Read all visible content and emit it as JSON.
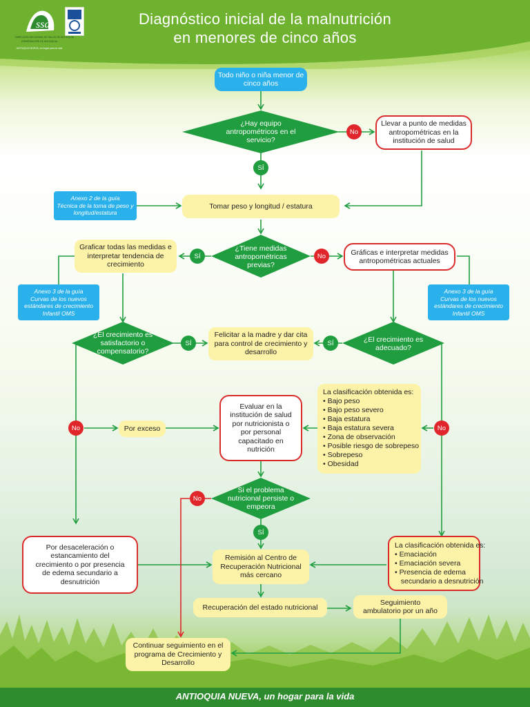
{
  "title": {
    "line1": "Diagnóstico inicial de la malnutrición",
    "line2": "en menores de cinco años"
  },
  "logo": {
    "org_line1": "DIRECCIÓN SECCIONAL DE SALUD DE ANTIOQUIA",
    "org_line2": "GOBERNACIÓN DE ANTIOQUIA",
    "slogan": "ANTIOQUIA NUEVA, un hogar para la vida"
  },
  "nodes": {
    "start": "Todo niño o niña menor de cinco años",
    "q_equipo": "¿Hay equipo antropométricos en el servicio?",
    "llevar": "Llevar a punto de medidas antropométricas en la institución de salud",
    "tomar": "Tomar peso y longitud / estatura",
    "q_previas": "¿Tiene medidas antropométricas previas?",
    "graficar_todas": "Graficar todas las medidas e interpretar tendencia de crecimiento",
    "graficas_actuales": "Gráficas e interpretar medidas antropométricas actuales",
    "q_satisfactorio": "¿El crecimiento es satisfactorio o compensatorio?",
    "felicitar": "Felicitar a la madre y dar cita para control de crecimiento y desarrollo",
    "q_adecuado": "¿El crecimiento es adecuado?",
    "por_exceso": "Por exceso",
    "evaluar": "Evaluar en la institución de salud por nutricionista o por personal capacitado en nutrición",
    "q_persiste": "Si el problema nutricional persiste o empeora",
    "desaceleracion": "Por desaceleración o estancamiento del crecimiento  o por presencia de edema secundario a desnutrición",
    "remision": "Remisión al Centro de Recuperación Nutricional más cercano",
    "recuperacion": "Recuperación del estado nutricional",
    "seguimiento": "Seguimiento ambulatorio por un año",
    "continuar": "Continuar seguimiento en el programa de Crecimiento y Desarrollo"
  },
  "clasificacion_1": {
    "heading": "La clasificación obtenida es:",
    "items": [
      "• Bajo peso",
      "• Bajo peso severo",
      "• Baja estatura",
      "• Baja estatura severa",
      "• Zona de observación",
      "• Posible riesgo de sobrepeso",
      "• Sobrepeso",
      "• Obesidad"
    ]
  },
  "clasificacion_2": {
    "heading": "La clasificación obtenida es:",
    "items": [
      "• Emaciación",
      "• Emaciación severa",
      "• Presencia de edema",
      "   secundario a desnutrición"
    ]
  },
  "notes": {
    "anexo2": [
      "Anexo 2 de la guía",
      "Técnica de la toma de peso y",
      "longitud/estatura"
    ],
    "anexo3_left": [
      "Anexo 3 de la guía",
      "Curvas de los nuevos",
      "estándares de crecimiento",
      "Infantil OMS"
    ],
    "anexo3_right": [
      "Anexo 3 de la guía",
      "Curvas de los nuevos",
      "estándares de crecimiento",
      "Infantil OMS"
    ]
  },
  "badges": {
    "si": "SÍ",
    "no": "No"
  },
  "footer": "ANTIOQUIA NUEVA, un hogar para la vida",
  "colors": {
    "green": "#1f9d3f",
    "red": "#e0262b",
    "blue": "#2ab0ea",
    "yellow": "#fdf3a8"
  }
}
